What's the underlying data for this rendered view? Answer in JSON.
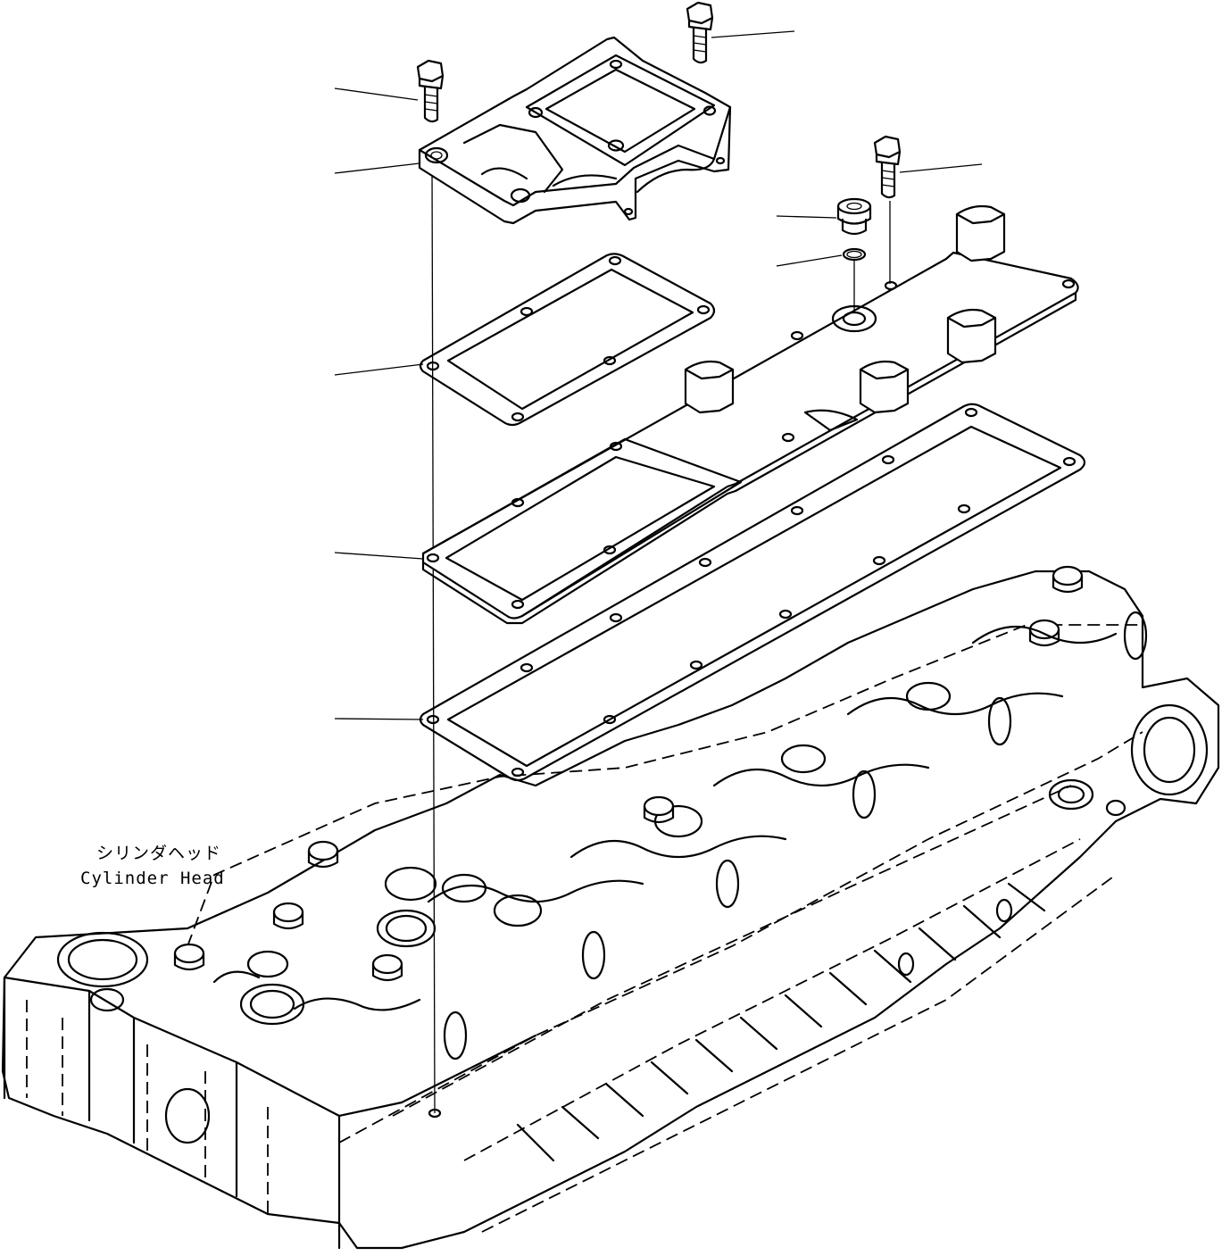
{
  "diagram": {
    "reference_label_jp": "シリンダヘッド",
    "reference_label_en": "Cylinder Head"
  },
  "leaders": [
    {
      "id": "bolt-top"
    },
    {
      "id": "bolt-left"
    },
    {
      "id": "cover-housing"
    },
    {
      "id": "bolt-right"
    },
    {
      "id": "plug"
    },
    {
      "id": "o-ring"
    },
    {
      "id": "gasket-small"
    },
    {
      "id": "gasket-middle"
    },
    {
      "id": "gasket-large"
    }
  ]
}
